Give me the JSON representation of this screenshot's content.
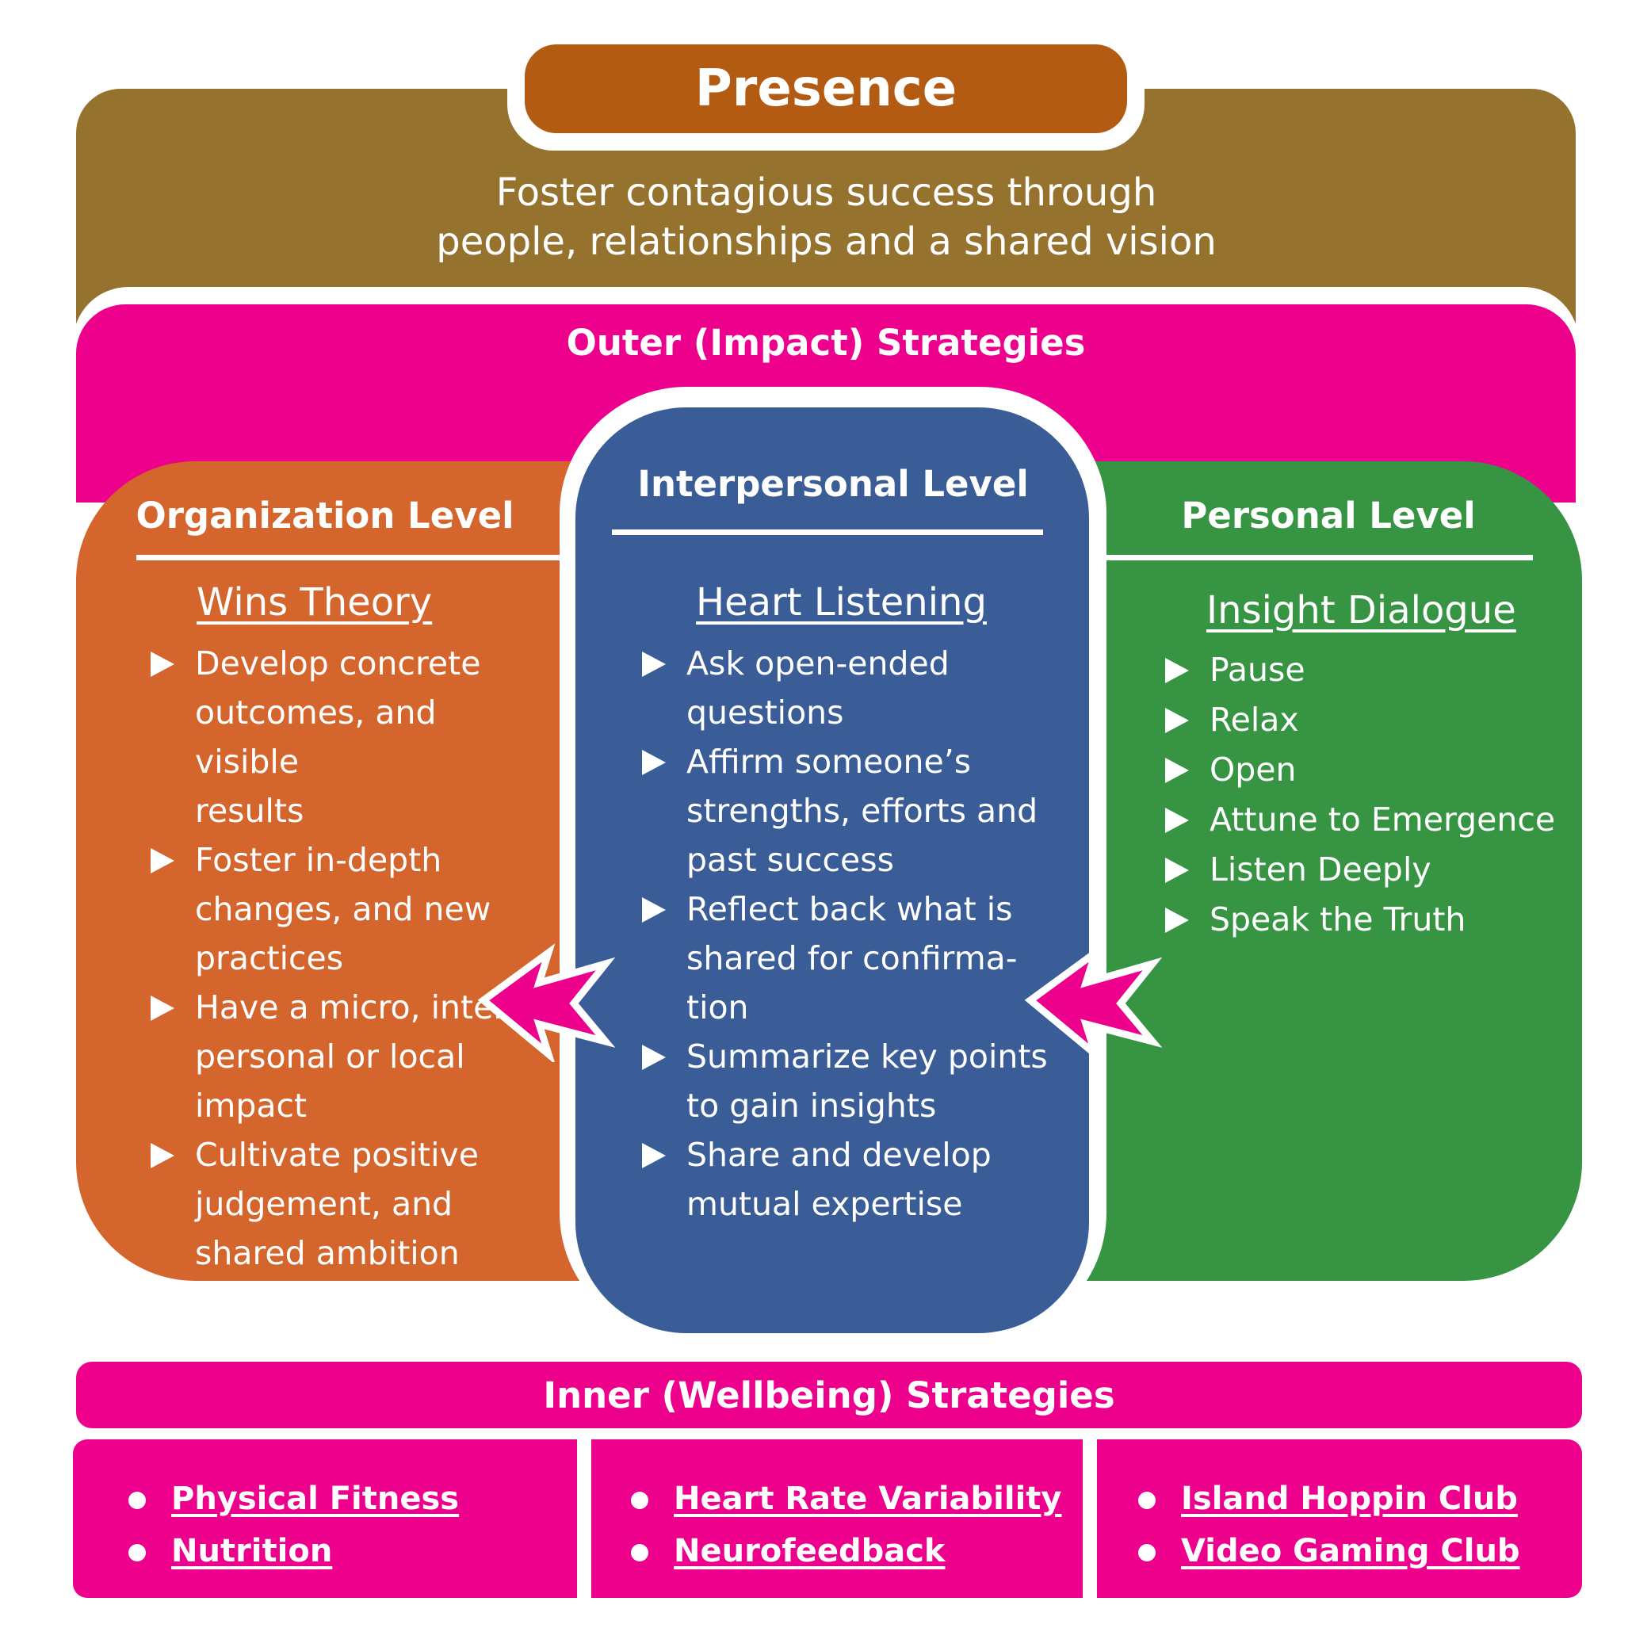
{
  "presence": {
    "title": "Presence",
    "description_line1": "Foster contagious success through",
    "description_line2": "people, relationships and a shared vision"
  },
  "outer": {
    "title": "Outer (Impact) Strategies"
  },
  "levels": {
    "organization": {
      "title": "Organization Level",
      "subtitle": "Wins Theory",
      "items": [
        [
          "Develop concrete",
          "outcomes, and visible",
          "results"
        ],
        [
          "Foster in-depth",
          "changes, and new",
          "practices"
        ],
        [
          "Have a micro, inter-",
          "personal or local",
          "impact"
        ],
        [
          "Cultivate positive",
          "judgement, and",
          "shared ambition"
        ]
      ]
    },
    "interpersonal": {
      "title": "Interpersonal Level",
      "subtitle": "Heart Listening",
      "items": [
        [
          "Ask open-ended",
          "questions"
        ],
        [
          "Affirm someone’s",
          "strengths, efforts and",
          "past success"
        ],
        [
          "Reflect back what is",
          "shared for confirma-",
          "tion"
        ],
        [
          "Summarize key points",
          "to gain insights"
        ],
        [
          "Share and develop",
          "mutual expertise"
        ]
      ]
    },
    "personal": {
      "title": "Personal Level",
      "subtitle": "Insight Dialogue",
      "items": [
        "Pause",
        "Relax",
        "Open",
        "Attune to Emergence",
        "Listen Deeply",
        "Speak the Truth"
      ]
    }
  },
  "inner": {
    "title": "Inner (Wellbeing) Strategies",
    "groups": [
      [
        "Physical Fitness",
        "Nutrition"
      ],
      [
        "Heart Rate Variability",
        "Neurofeedback"
      ],
      [
        "Island Hoppin Club",
        "Video Gaming Club"
      ]
    ]
  },
  "colors": {
    "presence_band": "#96722f",
    "presence_pill": "#b35b12",
    "magenta": "#ec008c",
    "organization": "#d4662d",
    "interpersonal": "#3a5d98",
    "personal": "#369443"
  },
  "icons": [
    "bullet-triangle-icon",
    "arrow-left-icon",
    "bullet-dot-icon"
  ]
}
